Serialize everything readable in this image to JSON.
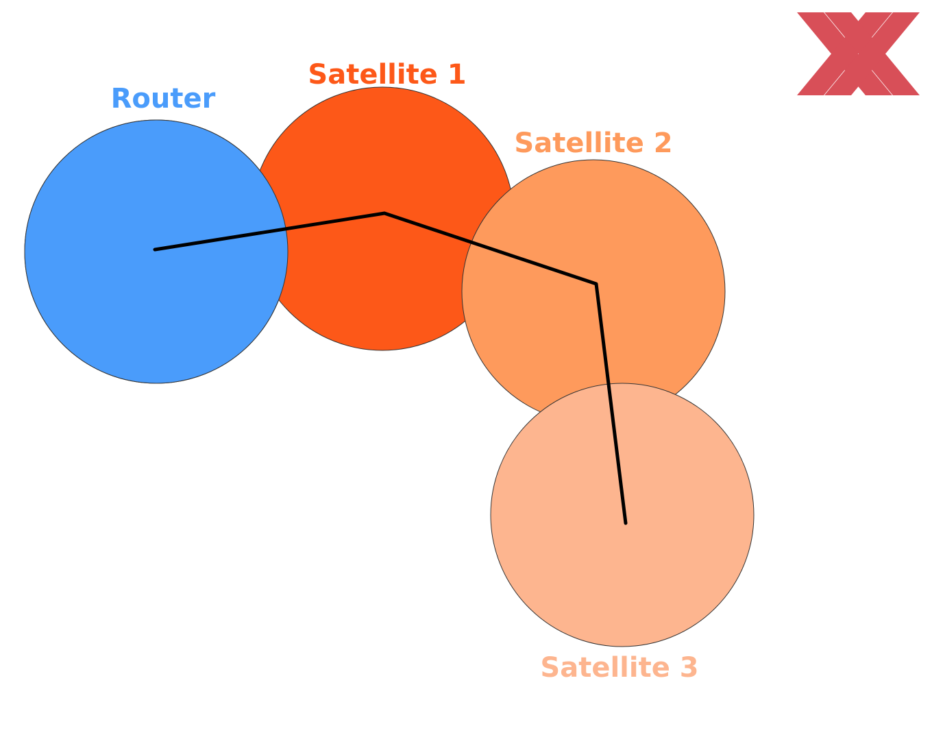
{
  "diagram": {
    "nodes": [
      {
        "id": "router",
        "label": "Router",
        "color": "#4a9cfb"
      },
      {
        "id": "satellite-1",
        "label": "Satellite 1",
        "color": "#fd5818"
      },
      {
        "id": "satellite-2",
        "label": "Satellite 2",
        "color": "#fe9a5c"
      },
      {
        "id": "satellite-3",
        "label": "Satellite 3",
        "color": "#fdb58f"
      }
    ],
    "connections": [
      [
        "router",
        "satellite-1"
      ],
      [
        "satellite-1",
        "satellite-2"
      ],
      [
        "satellite-2",
        "satellite-3"
      ]
    ],
    "link_color": "#000000",
    "logo": {
      "name": "logo-icon",
      "color": "#d2313c"
    }
  }
}
